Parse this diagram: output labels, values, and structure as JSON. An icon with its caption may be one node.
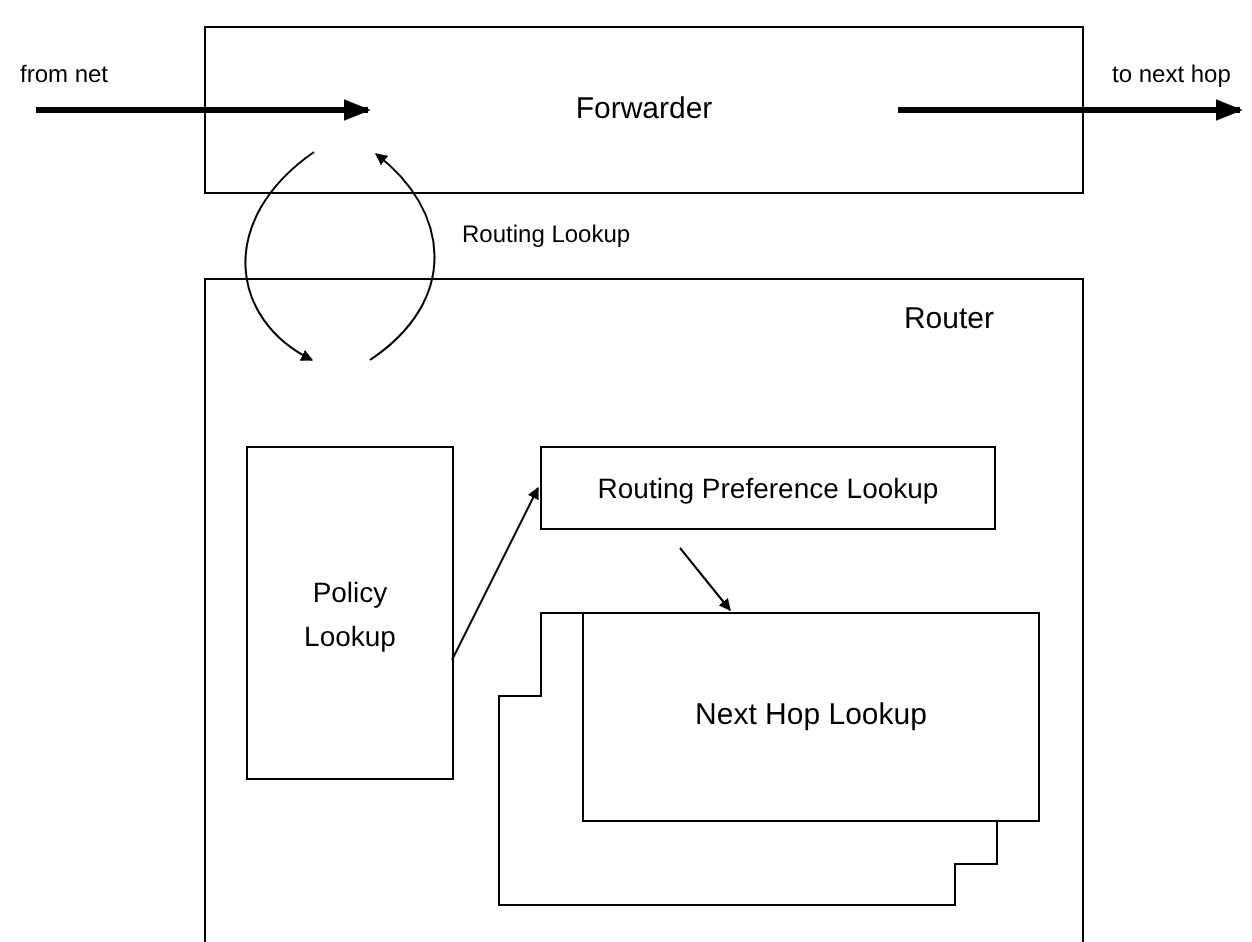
{
  "diagram": {
    "nodes": [
      {
        "text": [
          "from net"
        ]
      },
      {
        "text": [
          "Forwarder"
        ]
      },
      {
        "text": [
          "to next hop"
        ]
      },
      {
        "text": [
          "Router"
        ]
      },
      {
        "text": [
          "Policy Lookup"
        ],
        "in": 3
      },
      {
        "text": [
          "Routing Preference Lookup"
        ],
        "in": 3
      },
      {
        "text": [
          "Next Hop Lookup"
        ],
        "in": 3
      }
    ],
    "edges": [
      {
        "from": 0,
        "to": 1,
        "arrow": "to",
        "style": "thick"
      },
      {
        "from": 1,
        "to": 2,
        "arrow": "to",
        "style": "thick"
      },
      {
        "from": 1,
        "to": 3,
        "arrow": "to"
      },
      {
        "from": 3,
        "to": 1,
        "arrow": "to",
        "label": "Routing Lookup"
      },
      {
        "from": 4,
        "to": 5,
        "arrow": "to"
      },
      {
        "from": 5,
        "to": 6,
        "arrow": "to"
      }
    ]
  }
}
